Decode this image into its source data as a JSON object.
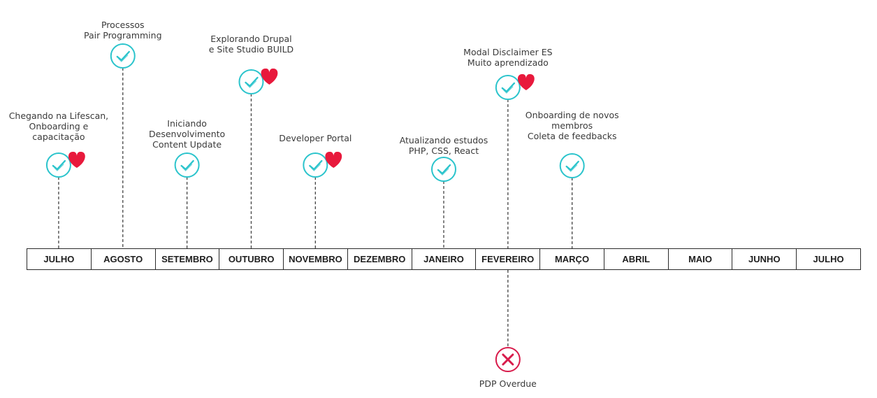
{
  "months": [
    "JULHO",
    "AGOSTO",
    "SETEMBRO",
    "OUTUBRO",
    "NOVEMBRO",
    "DEZEMBRO",
    "JANEIRO",
    "FEVEREIRO",
    "MARÇO",
    "ABRIL",
    "MAIO",
    "JUNHO",
    "JULHO"
  ],
  "colors": {
    "check": "#2bc4cc",
    "heart": "#e8193c",
    "cross": "#d81b4b",
    "line": "#444444"
  },
  "events": [
    {
      "month_index": 0,
      "status": "done",
      "favorite": true,
      "label": "Chegando na Lifescan,\nOnboarding e\ncapacitação"
    },
    {
      "month_index": 1,
      "status": "done",
      "favorite": false,
      "label": "Processos\nPair Programming"
    },
    {
      "month_index": 2,
      "status": "done",
      "favorite": false,
      "label": "Iniciando\nDesenvolvimento\nContent Update"
    },
    {
      "month_index": 3,
      "status": "done",
      "favorite": true,
      "label": "Explorando Drupal\ne Site Studio BUILD"
    },
    {
      "month_index": 4,
      "status": "done",
      "favorite": true,
      "label": "Developer Portal"
    },
    {
      "month_index": 6,
      "status": "done",
      "favorite": false,
      "label": "Atualizando estudos\nPHP, CSS, React"
    },
    {
      "month_index": 7,
      "status": "done",
      "favorite": true,
      "label": "Modal Disclaimer ES\nMuito aprendizado"
    },
    {
      "month_index": 8,
      "status": "done",
      "favorite": false,
      "label": "Onboarding de novos\nmembros\nColeta de feedbacks"
    },
    {
      "month_index": 7,
      "status": "overdue",
      "favorite": false,
      "label": "PDP Overdue"
    }
  ]
}
